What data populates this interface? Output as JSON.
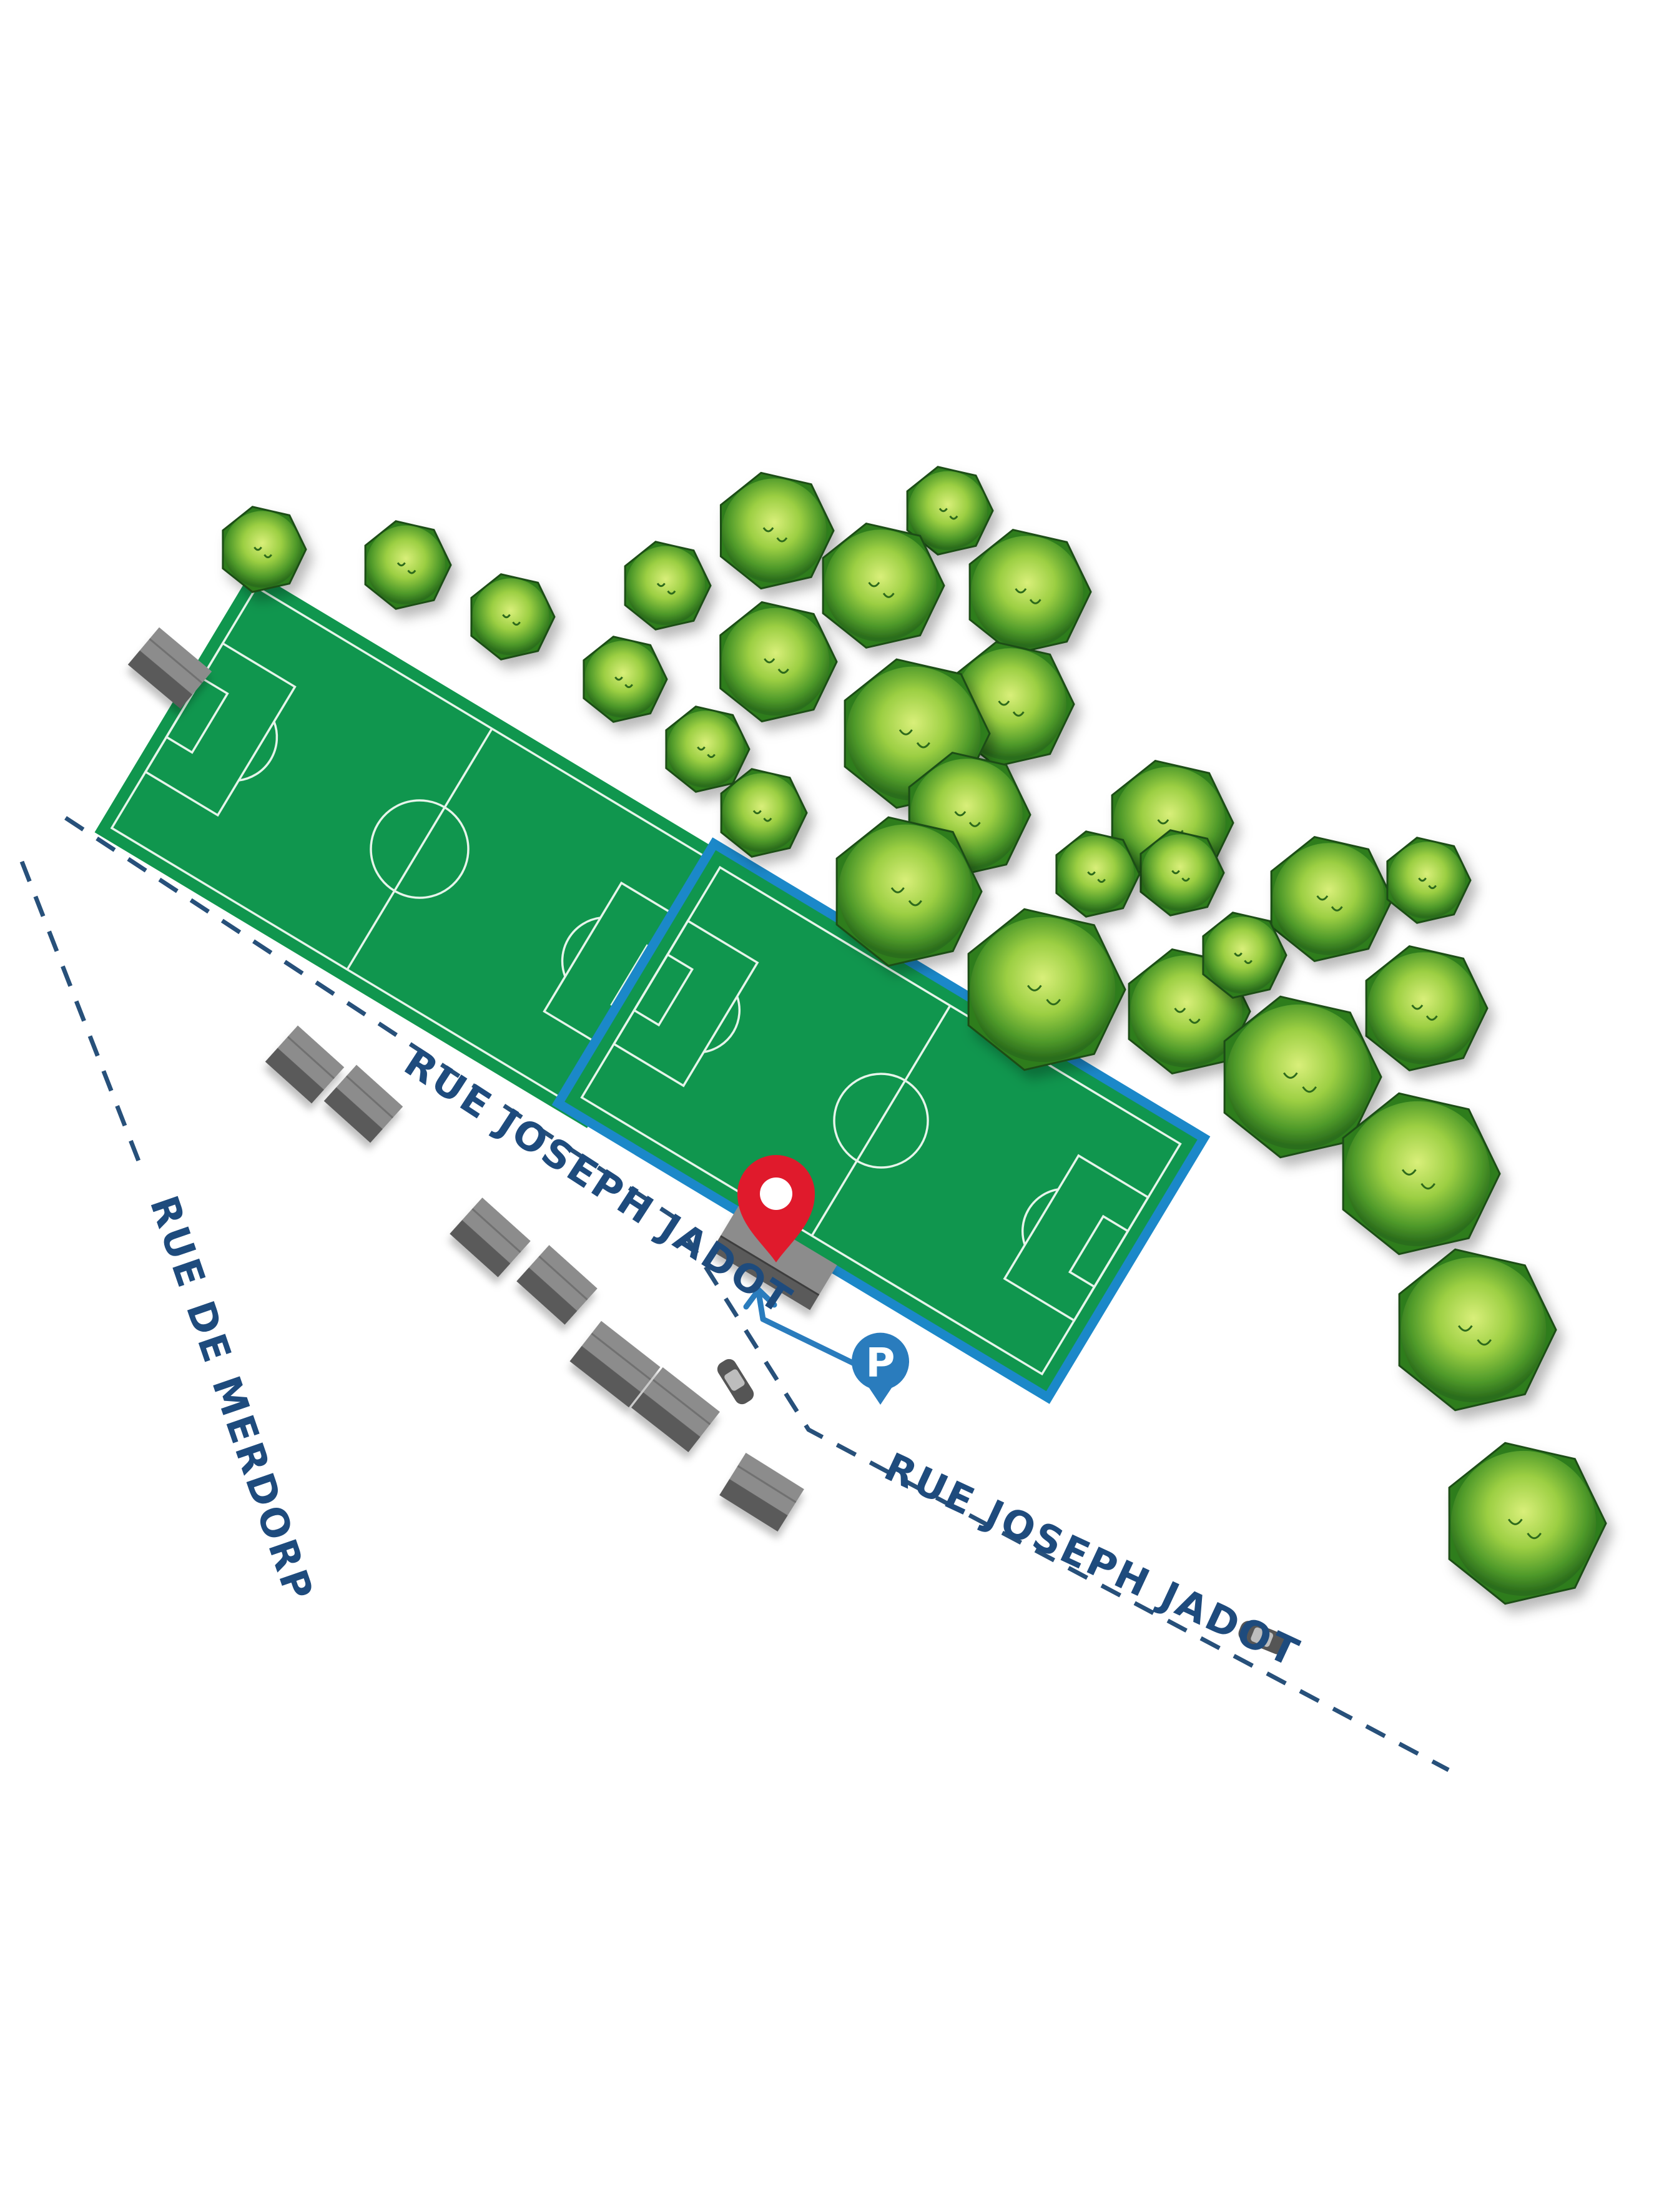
{
  "map": {
    "streets": [
      {
        "id": "jadot-north",
        "name": "RUE JOSEPH JADOT"
      },
      {
        "id": "jadot-south",
        "name": "RUE JOSEPH JADOT"
      },
      {
        "id": "merdorp",
        "name": "RUE DE MERDORP"
      }
    ],
    "parking": {
      "symbol": "P"
    },
    "colors": {
      "road_dashes": "#27507a",
      "street_text": "#1e4b7d",
      "pitch_green": "#10964e",
      "pitch_lines": "#e6f5ea",
      "highlight_border": "#1b88c9",
      "parking_blue": "#2a7cbd",
      "marker_red": "#e01a2c",
      "building_top": "#8c8c8c",
      "building_side": "#5a5a5a",
      "tree_dark": "#2f7d1f",
      "tree_light": "#b9dd55"
    }
  }
}
